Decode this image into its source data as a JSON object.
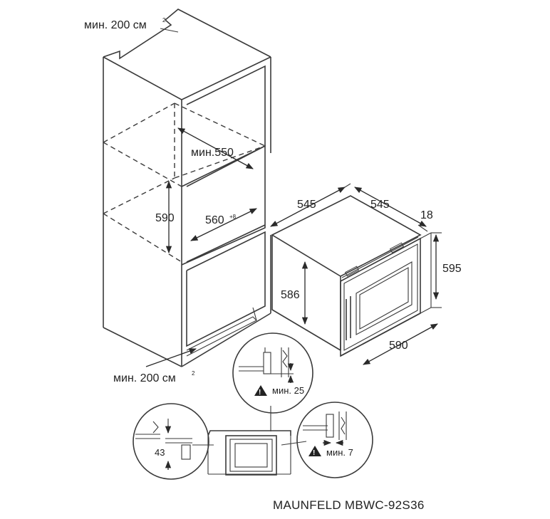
{
  "diagram": {
    "cabinet": {
      "vent_top": "мин. 200 см",
      "vent_top_unit_sup": "2",
      "vent_bottom": "мин. 200 см",
      "vent_bottom_unit_sup": "2",
      "niche_depth": "мин.550",
      "niche_width": "560",
      "niche_width_tolerance": "+8",
      "niche_height": "590"
    },
    "appliance": {
      "depth": "545",
      "width_top": "545",
      "door_thickness": "18",
      "height_total": "595",
      "height_body": "586",
      "width_front": "590"
    },
    "details": {
      "top_clearance": "мин. 25",
      "side_clearance": "мин. 7",
      "bottom_offset": "43"
    },
    "model_label": "MAUNFELD MBWC-92S36"
  }
}
